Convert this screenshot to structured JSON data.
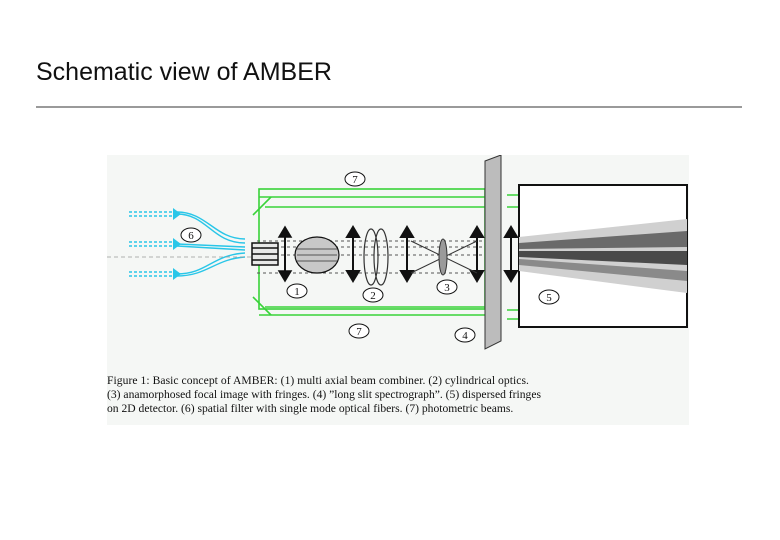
{
  "slide": {
    "title": "Schematic view of AMBER"
  },
  "figure": {
    "labels": {
      "l1": "1",
      "l2": "2",
      "l3": "3",
      "l4": "4",
      "l5": "5",
      "l6": "6",
      "l7_top": "7",
      "l7_bottom": "7"
    },
    "caption_lines": [
      "Figure 1: Basic concept of AMBER: (1) multi axial beam combiner. (2) cylindrical optics.",
      "(3) anamorphosed focal image with fringes. (4) ”long slit spectrograph”. (5) dispersed fringes",
      "on 2D detector. (6) spatial filter with single mode optical fibers. (7) photometric beams."
    ],
    "colors": {
      "fiber": "#29c6e8",
      "photometric": "#39d339",
      "optics": "#111111",
      "background": "#f5f7f5"
    }
  }
}
